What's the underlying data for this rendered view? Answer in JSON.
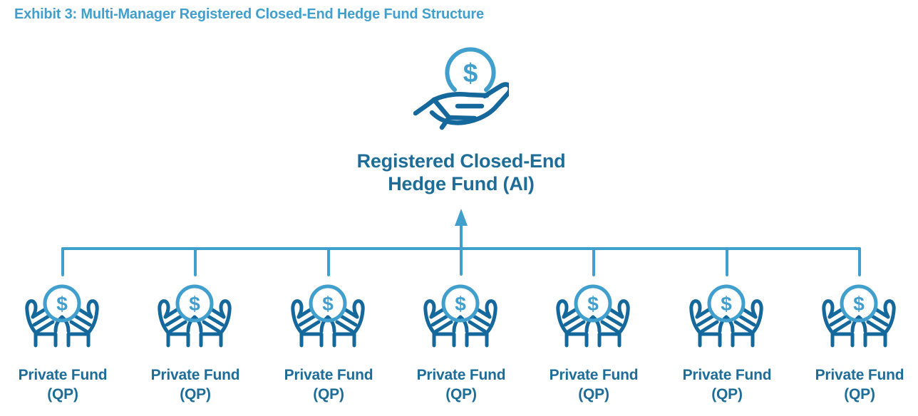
{
  "title": "Exhibit 3: Multi-Manager Registered Closed-End Hedge Fund Structure",
  "colors": {
    "accent-light": "#419FCE",
    "accent-dark": "#1E6D99",
    "hand-blue": "#15689B",
    "background": "#FFFFFF"
  },
  "icons": {
    "dollar_symbol": "$",
    "top_node_icon": "coin-in-hand",
    "fund_icon": "hands-holding-coin"
  },
  "top_node": {
    "label_line1": "Registered Closed-End",
    "label_line2": "Hedge Fund (AI)"
  },
  "funds": [
    {
      "name": "Private Fund",
      "qualifier": "(QP)"
    },
    {
      "name": "Private Fund",
      "qualifier": "(QP)"
    },
    {
      "name": "Private Fund",
      "qualifier": "(QP)"
    },
    {
      "name": "Private Fund",
      "qualifier": "(QP)"
    },
    {
      "name": "Private Fund",
      "qualifier": "(QP)"
    },
    {
      "name": "Private Fund",
      "qualifier": "(QP)"
    },
    {
      "name": "Private Fund",
      "qualifier": "(QP)"
    }
  ]
}
